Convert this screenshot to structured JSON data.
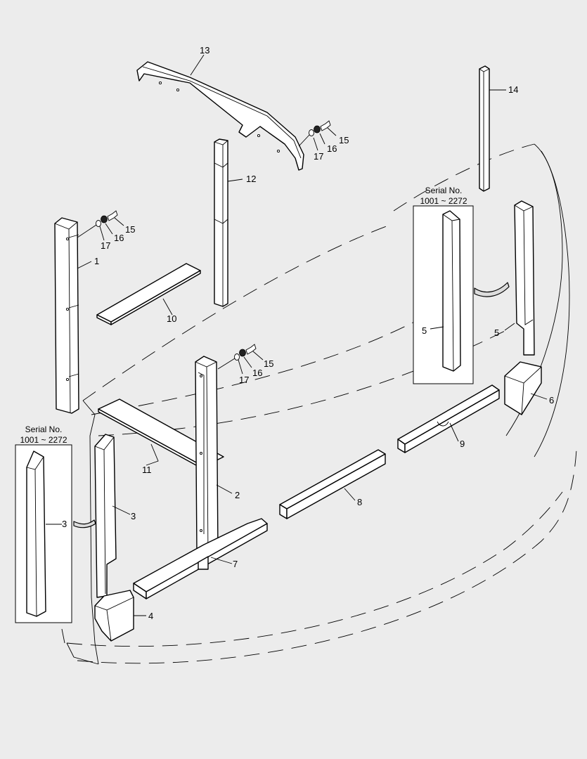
{
  "diagram": {
    "callouts": {
      "c1": "1",
      "c2": "2",
      "c3_inset": "3",
      "c3_main": "3",
      "c4": "4",
      "c5_inset": "5",
      "c5_main": "5",
      "c6": "6",
      "c7": "7",
      "c8": "8",
      "c9": "9",
      "c10": "10",
      "c11": "11",
      "c12": "12",
      "c13": "13",
      "c14": "14",
      "c15_a": "15",
      "c16_a": "16",
      "c17_a": "17",
      "c15_b": "15",
      "c16_b": "16",
      "c17_b": "17",
      "c15_c": "15",
      "c16_c": "16",
      "c17_c": "17"
    },
    "inset_left": {
      "title": "Serial No.",
      "range": "1001 ~ 2272"
    },
    "inset_right": {
      "title": "Serial No.",
      "range": "1001 ~ 2272"
    }
  }
}
